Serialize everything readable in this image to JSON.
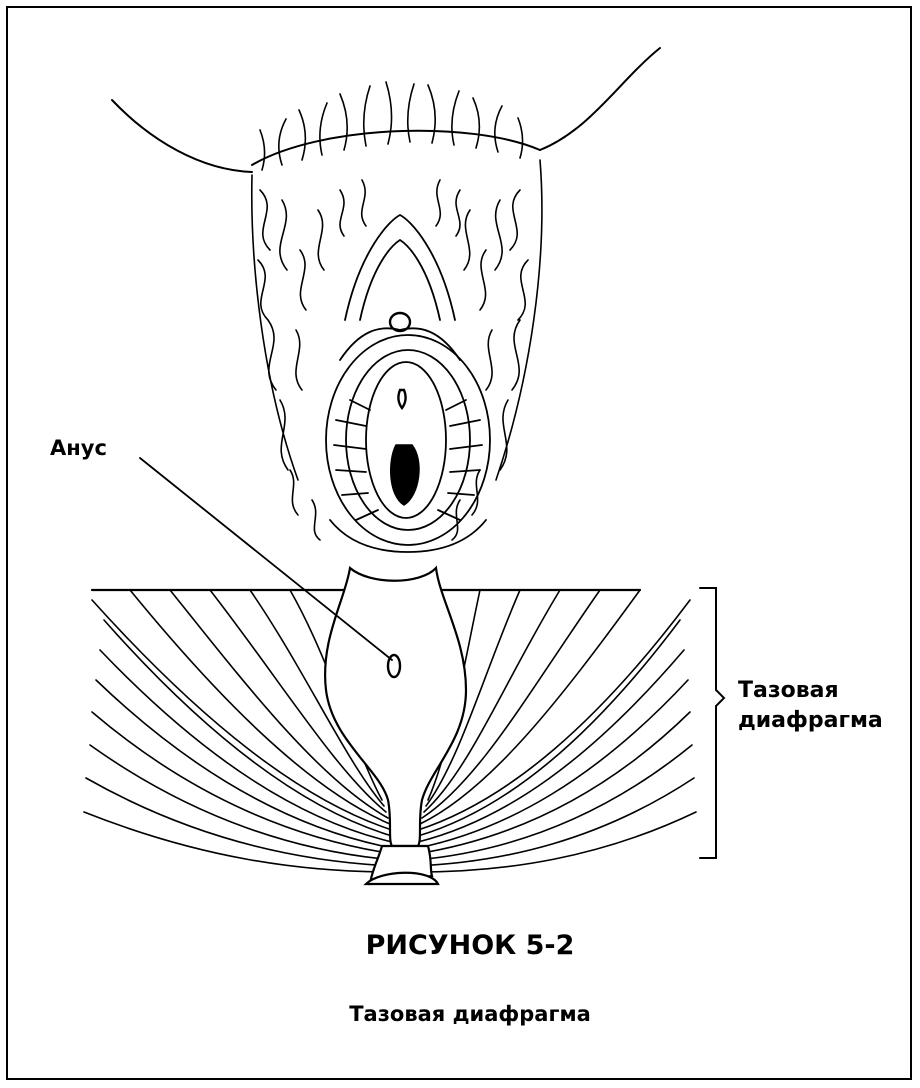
{
  "labels": {
    "anus": "Анус",
    "diaphragm_line1": "Тазовая",
    "diaphragm_line2": "диафрагма"
  },
  "caption": {
    "title": "РИСУНОК 5-2",
    "subtitle": "Тазовая диафрагма"
  },
  "colors": {
    "ink": "#000000",
    "paper": "#ffffff"
  }
}
